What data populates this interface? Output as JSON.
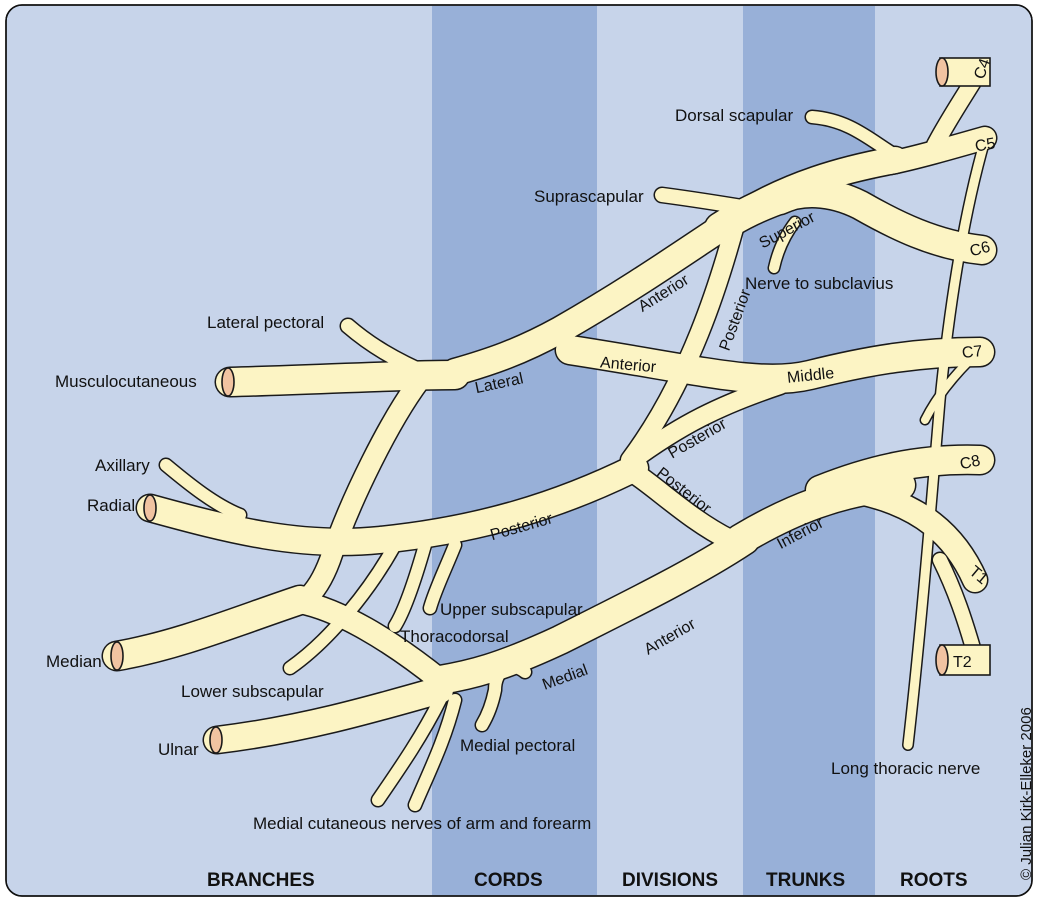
{
  "colors": {
    "background": "#c7d4ea",
    "band": "#98b0d8",
    "nerve": "#fcf4c4",
    "outline": "#1a1a1a",
    "root_end": "#f1c3a1"
  },
  "columns": {
    "branches": "BRANCHES",
    "cords": "CORDS",
    "divisions": "DIVISIONS",
    "trunks": "TRUNKS",
    "roots": "ROOTS"
  },
  "roots": {
    "c4": "C4",
    "c5": "C5",
    "c6": "C6",
    "c7": "C7",
    "c8": "C8",
    "t1": "T1",
    "t2": "T2"
  },
  "trunks": {
    "superior": "Superior",
    "middle": "Middle",
    "inferior": "Inferior"
  },
  "divisions": {
    "anterior_superior": "Anterior",
    "posterior_superior": "Posterior",
    "anterior_middle": "Anterior",
    "posterior_middle": "Posterior",
    "posterior_inferior": "Posterior",
    "anterior_inferior": "Anterior"
  },
  "cords": {
    "lateral": "Lateral",
    "posterior": "Posterior",
    "medial": "Medial"
  },
  "branches": {
    "dorsal_scapular": "Dorsal scapular",
    "suprascapular": "Suprascapular",
    "nerve_to_subclavius": "Nerve to subclavius",
    "lateral_pectoral": "Lateral pectoral",
    "musculocutaneous": "Musculocutaneous",
    "axillary": "Axillary",
    "radial": "Radial",
    "upper_subscapular": "Upper subscapular",
    "thoracodorsal": "Thoracodorsal",
    "lower_subscapular": "Lower subscapular",
    "median": "Median",
    "ulnar": "Ulnar",
    "medial_pectoral": "Medial pectoral",
    "medial_cutaneous": "Medial cutaneous nerves of arm and forearm",
    "long_thoracic": "Long thoracic nerve"
  },
  "credit": "© Julian Kirk-Elleker 2006"
}
